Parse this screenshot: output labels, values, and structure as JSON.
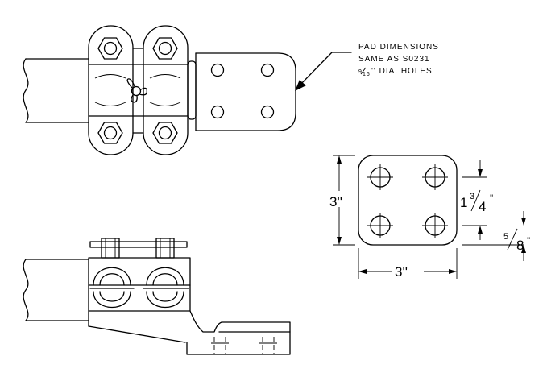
{
  "note": {
    "line1": "PAD DIMENSIONS",
    "line2": "SAME AS S0231",
    "line3_fraction_num": "9",
    "line3_fraction_den": "16",
    "line3_rest": "'' DIA. HOLES"
  },
  "pad_detail": {
    "height": "3''",
    "width": "3''",
    "hole_spacing_whole": "1",
    "hole_spacing_num": "3",
    "hole_spacing_den": "4",
    "hole_spacing_unit": "''",
    "edge_num": "5",
    "edge_den": "8",
    "edge_unit": "''"
  }
}
